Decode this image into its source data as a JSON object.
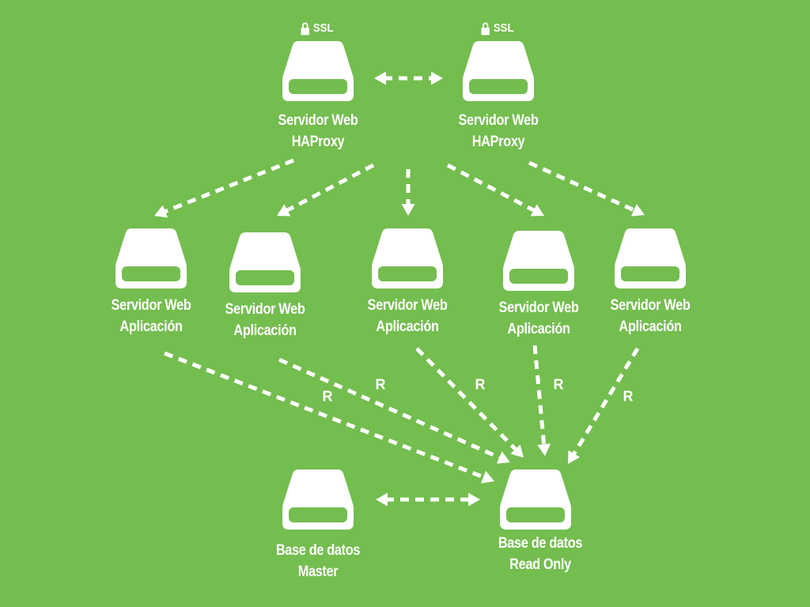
{
  "nodes": {
    "haproxy_1": {
      "line1": "Servidor Web",
      "line2": "HAProxy",
      "badge": "SSL"
    },
    "haproxy_2": {
      "line1": "Servidor Web",
      "line2": "HAProxy",
      "badge": "SSL"
    },
    "app_1": {
      "line1": "Servidor Web",
      "line2": "Aplicación"
    },
    "app_2": {
      "line1": "Servidor Web",
      "line2": "Aplicación"
    },
    "app_3": {
      "line1": "Servidor Web",
      "line2": "Aplicación"
    },
    "app_4": {
      "line1": "Servidor Web",
      "line2": "Aplicación"
    },
    "app_5": {
      "line1": "Servidor Web",
      "line2": "Aplicación"
    },
    "db_master": {
      "line1": "Base de datos",
      "line2": "Master"
    },
    "db_readonly": {
      "line1": "Base de datos",
      "line2": "Read Only"
    }
  },
  "edges": [
    {
      "from": "haproxy_1",
      "to": "haproxy_2",
      "bidirectional": true
    },
    {
      "from": "haproxy_1",
      "to": "app_1"
    },
    {
      "from": "haproxy_1",
      "to": "app_2"
    },
    {
      "from": "haproxy_1",
      "to": "app_3"
    },
    {
      "from": "haproxy_2",
      "to": "app_4"
    },
    {
      "from": "haproxy_2",
      "to": "app_5"
    },
    {
      "from": "app_1",
      "to": "db_readonly",
      "label": "R"
    },
    {
      "from": "app_2",
      "to": "db_readonly",
      "label": "R"
    },
    {
      "from": "app_3",
      "to": "db_readonly",
      "label": "R"
    },
    {
      "from": "app_4",
      "to": "db_readonly",
      "label": "R"
    },
    {
      "from": "app_5",
      "to": "db_readonly",
      "label": "R"
    },
    {
      "from": "db_master",
      "to": "db_readonly",
      "bidirectional": true
    }
  ],
  "colors": {
    "background": "#74bd4f",
    "foreground": "#ffffff"
  },
  "icons": {
    "server": "server-drive-icon",
    "lock": "lock-icon"
  }
}
